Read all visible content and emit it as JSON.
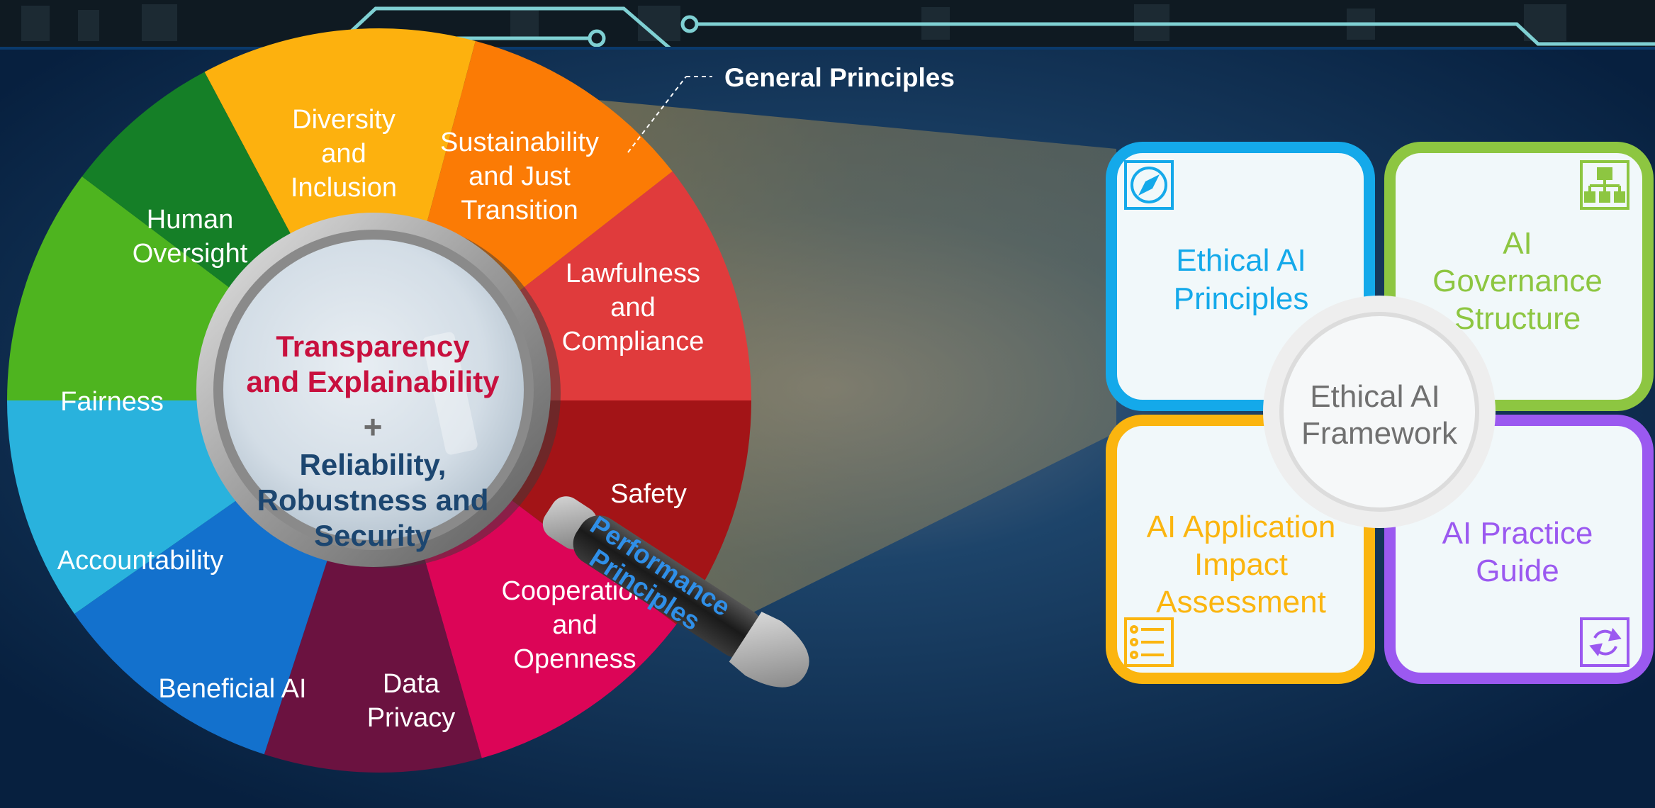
{
  "header": {
    "callout_label": "General Principles"
  },
  "wheel": {
    "segments": [
      {
        "lines": [
          "Diversity",
          "and",
          "Inclusion"
        ],
        "color": "#fdb10e"
      },
      {
        "lines": [
          "Sustainability",
          "and Just",
          "Transition"
        ],
        "color": "#fb7b05"
      },
      {
        "lines": [
          "Lawfulness",
          "and",
          "Compliance"
        ],
        "color": "#e03b3c"
      },
      {
        "lines": [
          "Safety"
        ],
        "color": "#a31417"
      },
      {
        "lines": [
          "Cooperation",
          "and",
          "Openness"
        ],
        "color": "#dc0557"
      },
      {
        "lines": [
          "Data",
          "Privacy"
        ],
        "color": "#6b1240"
      },
      {
        "lines": [
          "Beneficial AI"
        ],
        "color": "#1371cd"
      },
      {
        "lines": [
          "Accountability"
        ],
        "color": "#29b2dd"
      },
      {
        "lines": [
          "Fairness"
        ],
        "color": "#4eb41f"
      },
      {
        "lines": [
          "Human",
          "Oversight"
        ],
        "color": "#157f27"
      }
    ]
  },
  "magnifier": {
    "top_lines": [
      "Transparency",
      "and Explainability"
    ],
    "plus": "+",
    "bottom_lines": [
      "Reliability,",
      "Robustness and",
      "Security"
    ],
    "handle_lines": [
      "Performance",
      "Principles"
    ]
  },
  "framework": {
    "center_lines": [
      "Ethical AI",
      "Framework"
    ],
    "cards": [
      {
        "lines": [
          "Ethical AI",
          "Principles"
        ],
        "color": "#14a9ea",
        "icon": "compass-icon"
      },
      {
        "lines": [
          "AI",
          "Governance",
          "Structure"
        ],
        "color": "#8dc641",
        "icon": "org-chart-icon"
      },
      {
        "lines": [
          "AI Application",
          "Impact",
          "Assessment"
        ],
        "color": "#fbb50f",
        "icon": "checklist-icon"
      },
      {
        "lines": [
          "AI Practice",
          "Guide"
        ],
        "color": "#9b59f0",
        "icon": "cycle-icon"
      }
    ]
  },
  "colors": {
    "background": "#0c2a4e",
    "circuit": "#7fd0d3",
    "top_red": "#c8103e",
    "bottom_navy": "#1c4670"
  }
}
